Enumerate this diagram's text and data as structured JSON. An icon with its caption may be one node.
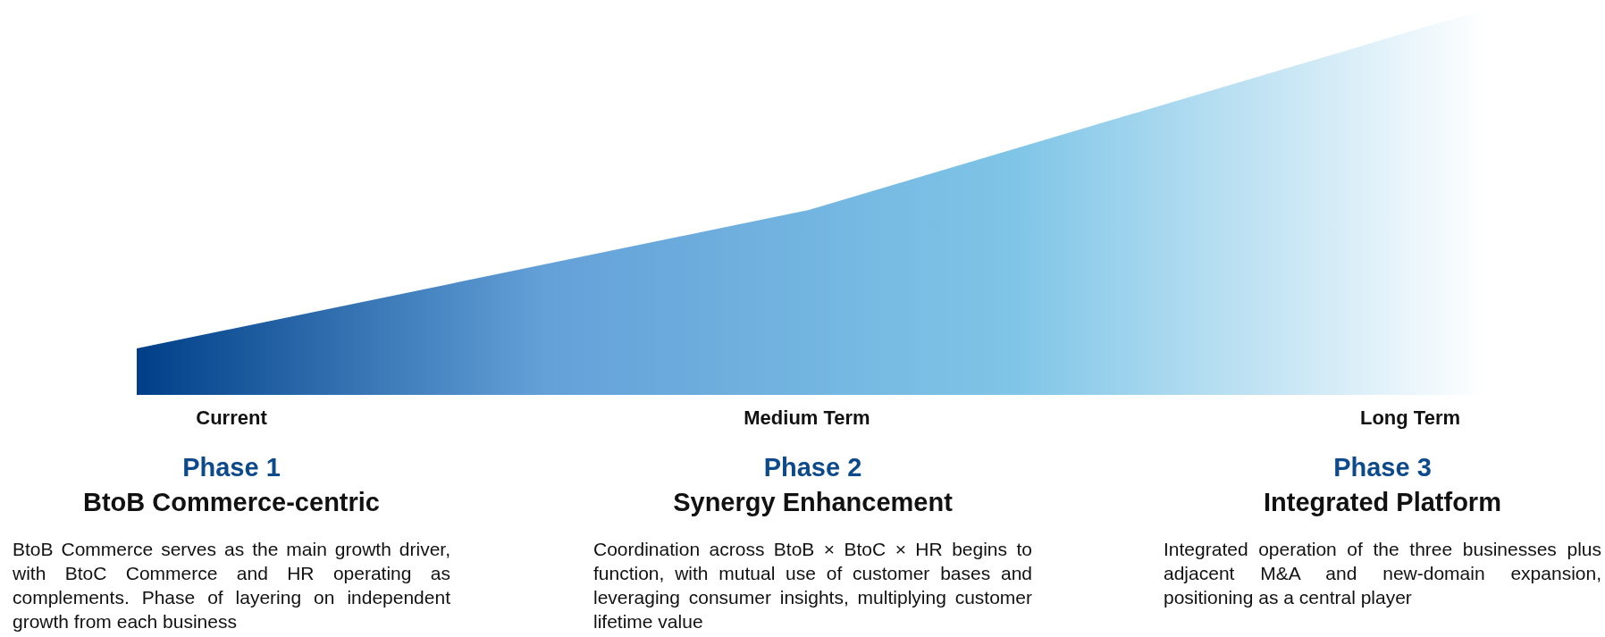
{
  "diagram": {
    "labels": [
      "Current",
      "Medium Term",
      "Long Term",
      "Phase 1",
      "BtoB Commerce-centric",
      "BtoB Commerce serves as the main growth driver, with BtoC Commerce and HR operating as complements. Phase of layering on independent growth from each business",
      "Phase 2",
      "Synergy Enhancement",
      "Coordination across BtoB × BtoC × HR begins to function, with mutual use of customer bases and leveraging consumer insights, multiplying customer lifetime value",
      "Phase 3",
      "Integrated Platform",
      "Integrated operation of the three businesses plus adjacent M&A and new-domain expansion, positioning as a central player"
    ]
  }
}
